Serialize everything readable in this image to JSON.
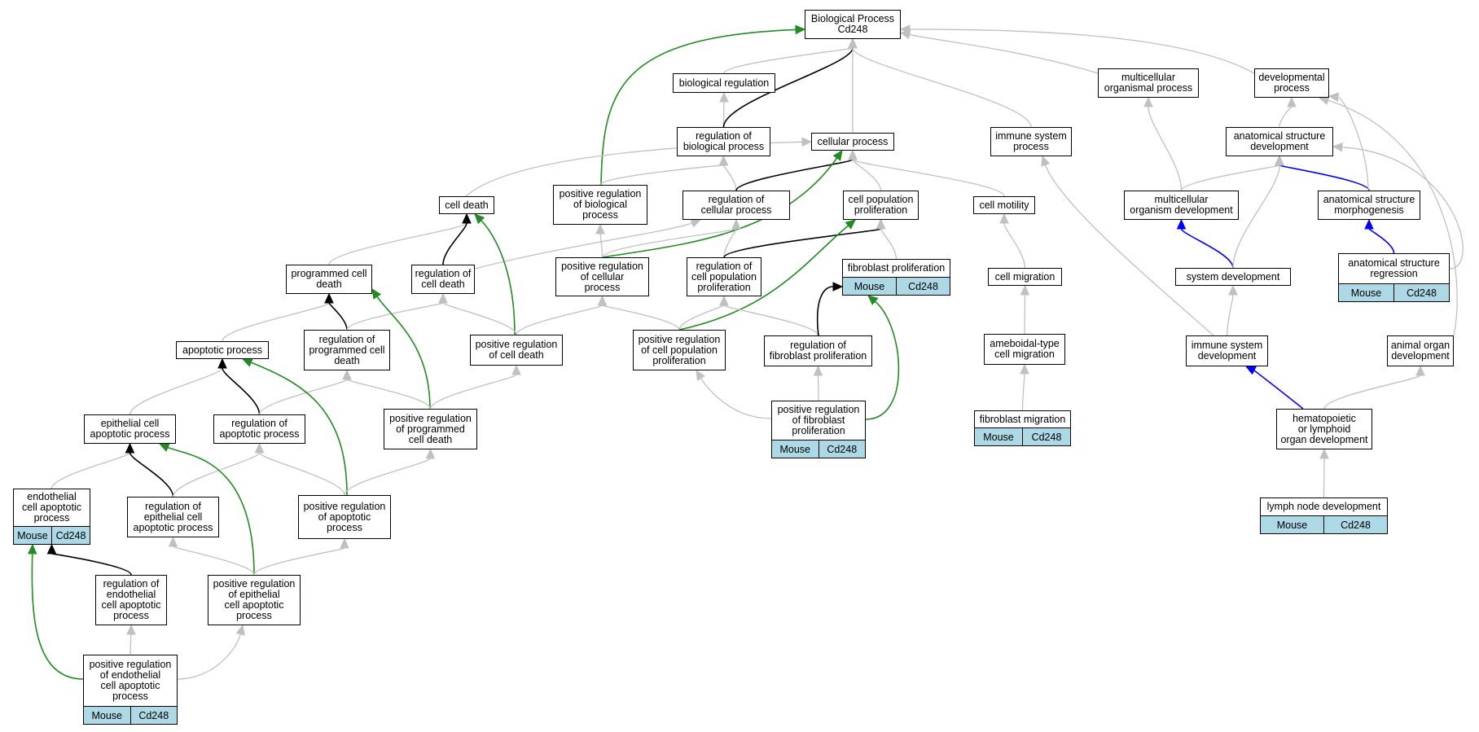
{
  "diagram": {
    "annotation": {
      "organism": "Mouse",
      "gene": "Cd248"
    },
    "nodes": [
      {
        "id": "bp",
        "label": "Biological Process\nCd248"
      },
      {
        "id": "breg",
        "label": "biological regulation"
      },
      {
        "id": "mop",
        "label": "multicellular\norganismal process"
      },
      {
        "id": "dev",
        "label": "developmental\nprocess"
      },
      {
        "id": "rbp",
        "label": "regulation of\nbiological process"
      },
      {
        "id": "cp",
        "label": "cellular process"
      },
      {
        "id": "isp",
        "label": "immune system\nprocess"
      },
      {
        "id": "asd",
        "label": "anatomical structure\ndevelopment"
      },
      {
        "id": "cd",
        "label": "cell death"
      },
      {
        "id": "prbp",
        "label": "positive regulation\nof biological\nprocess"
      },
      {
        "id": "rcp",
        "label": "regulation of\ncellular process"
      },
      {
        "id": "cpp",
        "label": "cell population\nproliferation"
      },
      {
        "id": "cm",
        "label": "cell motility"
      },
      {
        "id": "mod",
        "label": "multicellular\norganism development"
      },
      {
        "id": "asm",
        "label": "anatomical structure\nmorphogenesis"
      },
      {
        "id": "pcd",
        "label": "programmed cell\ndeath"
      },
      {
        "id": "rcd",
        "label": "regulation of\ncell death"
      },
      {
        "id": "prcp",
        "label": "positive regulation\nof cellular\nprocess"
      },
      {
        "id": "rcpp",
        "label": "regulation of\ncell population\nproliferation"
      },
      {
        "id": "fp",
        "label": "fibroblast proliferation",
        "annotated": true
      },
      {
        "id": "cmig",
        "label": "cell migration"
      },
      {
        "id": "sd",
        "label": "system development"
      },
      {
        "id": "asr",
        "label": "anatomical structure\nregression",
        "annotated": true
      },
      {
        "id": "ap",
        "label": "apoptotic process"
      },
      {
        "id": "rpcd",
        "label": "regulation of\nprogrammed cell\ndeath"
      },
      {
        "id": "prcd",
        "label": "positive regulation\nof cell death"
      },
      {
        "id": "prcpp",
        "label": "positive regulation\nof cell population\nproliferation"
      },
      {
        "id": "rfp",
        "label": "regulation of\nfibroblast proliferation"
      },
      {
        "id": "acm",
        "label": "ameboidal-type\ncell migration"
      },
      {
        "id": "isd",
        "label": "immune system\ndevelopment"
      },
      {
        "id": "aod",
        "label": "animal organ\ndevelopment"
      },
      {
        "id": "ecap",
        "label": "epithelial cell\napoptotic process"
      },
      {
        "id": "rap",
        "label": "regulation of\napoptotic process"
      },
      {
        "id": "prpcd",
        "label": "positive regulation\nof programmed\ncell death"
      },
      {
        "id": "prfp",
        "label": "positive regulation\nof fibroblast\nproliferation",
        "annotated": true
      },
      {
        "id": "fm",
        "label": "fibroblast migration",
        "annotated": true
      },
      {
        "id": "hlod",
        "label": "hematopoietic\nor lymphoid\norgan development"
      },
      {
        "id": "ecap2",
        "label": "endothelial\ncell apoptotic\nprocess",
        "annotated": true
      },
      {
        "id": "reap",
        "label": "regulation of\nepithelial cell\napoptotic process"
      },
      {
        "id": "prap",
        "label": "positive regulation\nof apoptotic\nprocess"
      },
      {
        "id": "lnd",
        "label": "lymph node development",
        "annotated": true
      },
      {
        "id": "recap",
        "label": "regulation of\nendothelial\ncell apoptotic\nprocess"
      },
      {
        "id": "preap",
        "label": "positive regulation\nof epithelial\ncell apoptotic\nprocess"
      },
      {
        "id": "precap",
        "label": "positive regulation\nof endothelial\ncell apoptotic\nprocess",
        "annotated": true
      }
    ],
    "edges": [
      {
        "from": "breg",
        "to": "bp",
        "kind": "is_a"
      },
      {
        "from": "mop",
        "to": "bp",
        "kind": "is_a"
      },
      {
        "from": "dev",
        "to": "bp",
        "kind": "is_a"
      },
      {
        "from": "rbp",
        "to": "breg",
        "kind": "is_a"
      },
      {
        "from": "rbp",
        "to": "bp",
        "kind": "regulates"
      },
      {
        "from": "cp",
        "to": "bp",
        "kind": "is_a"
      },
      {
        "from": "isp",
        "to": "bp",
        "kind": "is_a"
      },
      {
        "from": "prbp",
        "to": "bp",
        "kind": "positively_regulates"
      },
      {
        "from": "prbp",
        "to": "rbp",
        "kind": "is_a"
      },
      {
        "from": "cd",
        "to": "cp",
        "kind": "is_a"
      },
      {
        "from": "rcp",
        "to": "rbp",
        "kind": "is_a"
      },
      {
        "from": "rcp",
        "to": "cp",
        "kind": "regulates"
      },
      {
        "from": "cpp",
        "to": "cp",
        "kind": "is_a"
      },
      {
        "from": "cm",
        "to": "cp",
        "kind": "is_a"
      },
      {
        "from": "cmig",
        "to": "cm",
        "kind": "is_a"
      },
      {
        "from": "acm",
        "to": "cmig",
        "kind": "is_a"
      },
      {
        "from": "fm",
        "to": "acm",
        "kind": "is_a"
      },
      {
        "from": "pcd",
        "to": "cd",
        "kind": "is_a"
      },
      {
        "from": "rcd",
        "to": "cd",
        "kind": "regulates"
      },
      {
        "from": "rcd",
        "to": "rcp",
        "kind": "is_a"
      },
      {
        "from": "prcd",
        "to": "cd",
        "kind": "positively_regulates"
      },
      {
        "from": "prcd",
        "to": "rcd",
        "kind": "is_a"
      },
      {
        "from": "prcd",
        "to": "prcp",
        "kind": "is_a"
      },
      {
        "from": "prcp",
        "to": "prbp",
        "kind": "is_a"
      },
      {
        "from": "prcp",
        "to": "rcp",
        "kind": "is_a"
      },
      {
        "from": "prcp",
        "to": "cp",
        "kind": "positively_regulates"
      },
      {
        "from": "rcpp",
        "to": "rcp",
        "kind": "is_a"
      },
      {
        "from": "rcpp",
        "to": "cpp",
        "kind": "regulates"
      },
      {
        "from": "fp",
        "to": "cpp",
        "kind": "is_a"
      },
      {
        "from": "prcpp",
        "to": "rcpp",
        "kind": "is_a"
      },
      {
        "from": "prcpp",
        "to": "prcp",
        "kind": "is_a"
      },
      {
        "from": "prcpp",
        "to": "cpp",
        "kind": "positively_regulates"
      },
      {
        "from": "rfp",
        "to": "rcpp",
        "kind": "is_a"
      },
      {
        "from": "rfp",
        "to": "fp",
        "kind": "regulates"
      },
      {
        "from": "prfp",
        "to": "rfp",
        "kind": "is_a"
      },
      {
        "from": "prfp",
        "to": "prcpp",
        "kind": "is_a"
      },
      {
        "from": "prfp",
        "to": "fp",
        "kind": "positively_regulates"
      },
      {
        "from": "ap",
        "to": "pcd",
        "kind": "is_a"
      },
      {
        "from": "rpcd",
        "to": "pcd",
        "kind": "regulates"
      },
      {
        "from": "rpcd",
        "to": "rcd",
        "kind": "is_a"
      },
      {
        "from": "prpcd",
        "to": "pcd",
        "kind": "positively_regulates"
      },
      {
        "from": "prpcd",
        "to": "rpcd",
        "kind": "is_a"
      },
      {
        "from": "prpcd",
        "to": "prcd",
        "kind": "is_a"
      },
      {
        "from": "ecap",
        "to": "ap",
        "kind": "is_a"
      },
      {
        "from": "rap",
        "to": "ap",
        "kind": "regulates"
      },
      {
        "from": "rap",
        "to": "rpcd",
        "kind": "is_a"
      },
      {
        "from": "prap",
        "to": "ap",
        "kind": "positively_regulates"
      },
      {
        "from": "prap",
        "to": "rap",
        "kind": "is_a"
      },
      {
        "from": "prap",
        "to": "prpcd",
        "kind": "is_a"
      },
      {
        "from": "ecap2",
        "to": "ecap",
        "kind": "is_a"
      },
      {
        "from": "reap",
        "to": "ecap",
        "kind": "regulates"
      },
      {
        "from": "reap",
        "to": "rap",
        "kind": "is_a"
      },
      {
        "from": "preap",
        "to": "ecap",
        "kind": "positively_regulates"
      },
      {
        "from": "preap",
        "to": "reap",
        "kind": "is_a"
      },
      {
        "from": "preap",
        "to": "prap",
        "kind": "is_a"
      },
      {
        "from": "recap",
        "to": "ecap2",
        "kind": "regulates"
      },
      {
        "from": "precap",
        "to": "ecap2",
        "kind": "positively_regulates"
      },
      {
        "from": "precap",
        "to": "recap",
        "kind": "is_a"
      },
      {
        "from": "precap",
        "to": "preap",
        "kind": "is_a"
      },
      {
        "from": "asd",
        "to": "dev",
        "kind": "is_a"
      },
      {
        "from": "mod",
        "to": "mop",
        "kind": "is_a"
      },
      {
        "from": "mod",
        "to": "asd",
        "kind": "is_a"
      },
      {
        "from": "asm",
        "to": "asd",
        "kind": "part_of"
      },
      {
        "from": "asm",
        "to": "dev",
        "kind": "is_a"
      },
      {
        "from": "asr",
        "to": "asm",
        "kind": "part_of"
      },
      {
        "from": "asr",
        "to": "asd",
        "kind": "is_a"
      },
      {
        "from": "sd",
        "to": "mod",
        "kind": "part_of"
      },
      {
        "from": "sd",
        "to": "asd",
        "kind": "is_a"
      },
      {
        "from": "isd",
        "to": "sd",
        "kind": "is_a"
      },
      {
        "from": "isd",
        "to": "isp",
        "kind": "is_a"
      },
      {
        "from": "aod",
        "to": "dev",
        "kind": "is_a"
      },
      {
        "from": "hlod",
        "to": "isd",
        "kind": "part_of"
      },
      {
        "from": "hlod",
        "to": "aod",
        "kind": "is_a"
      },
      {
        "from": "lnd",
        "to": "hlod",
        "kind": "is_a"
      }
    ],
    "edge_colors": {
      "is_a": "#c0c0c0",
      "regulates": "#000000",
      "positively_regulates": "#228b22",
      "part_of": "#0000ff"
    },
    "annotation_fill": "#add8e6"
  }
}
